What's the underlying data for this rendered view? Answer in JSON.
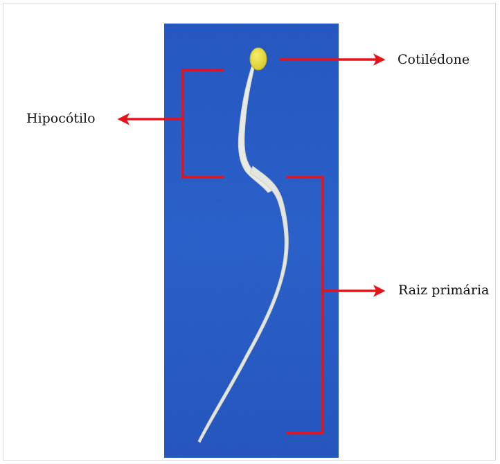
{
  "labels": {
    "cotyledon": "Cotilédone",
    "hypocotyl": "Hipocótilo",
    "primary_root": "Raiz primária"
  },
  "colors": {
    "annotation": "#e8121a",
    "background_fabric": "#2a5dc4",
    "seedling": "#e7e9e2",
    "cotyledon": "#e6dc37"
  }
}
